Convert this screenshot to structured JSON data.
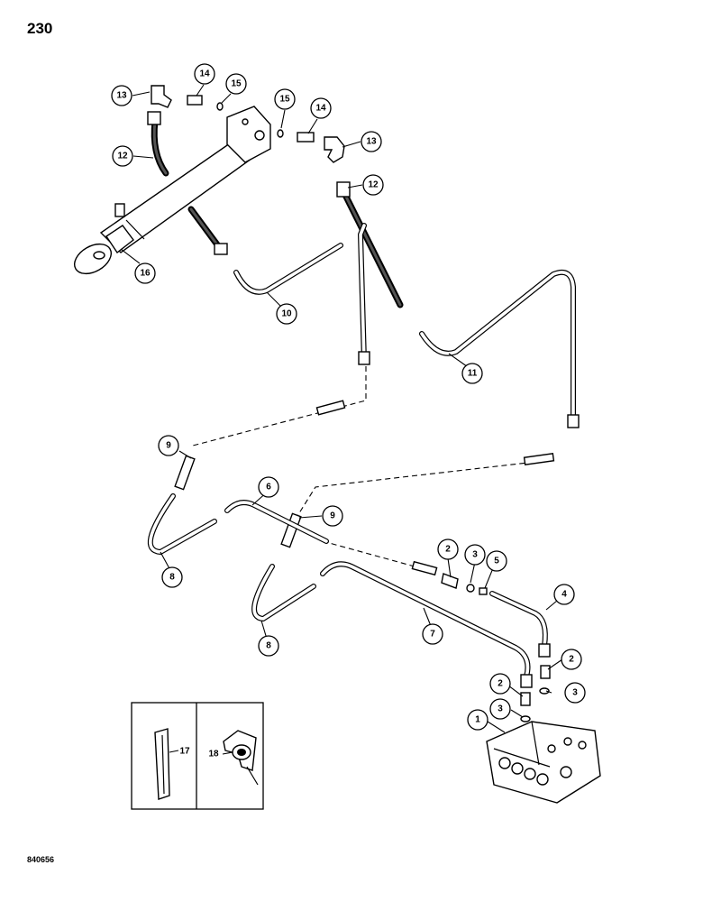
{
  "page": {
    "number": "230",
    "figure_code": "840656"
  },
  "callouts": [
    "1",
    "2",
    "2",
    "2",
    "3",
    "3",
    "3",
    "4",
    "5",
    "6",
    "7",
    "8",
    "8",
    "9",
    "9",
    "10",
    "11",
    "12",
    "12",
    "13",
    "13",
    "14",
    "14",
    "15",
    "15",
    "16",
    "17",
    "18"
  ],
  "icons": [
    "hydraulic-cylinder-icon",
    "control-valve-icon",
    "hose-clamp-icon",
    "tube-clip-icon"
  ]
}
